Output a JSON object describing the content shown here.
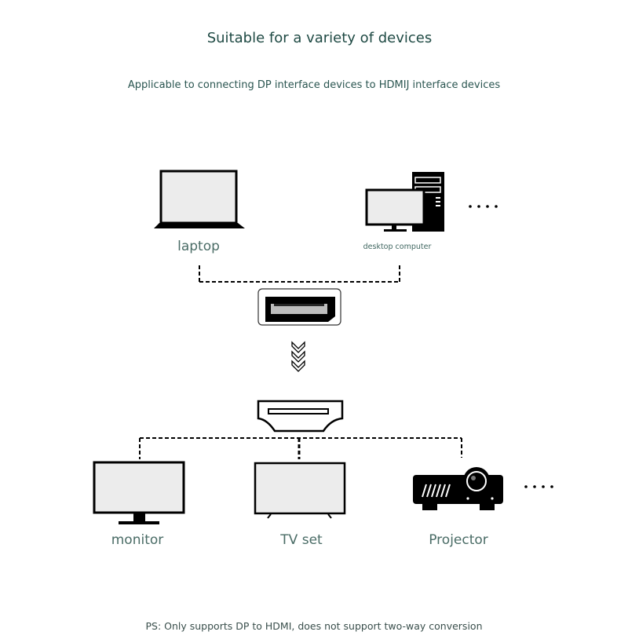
{
  "header": {
    "title": "Suitable for a variety of devices",
    "subtitle": "Applicable to connecting DP interface devices to HDMIJ interface devices"
  },
  "sources": [
    {
      "label": "laptop",
      "icon": "laptop-icon"
    },
    {
      "label": "desktop computer",
      "icon": "desktop-computer-icon"
    }
  ],
  "sources_more": "....",
  "connectors": {
    "input": {
      "icon": "displayport-connector-icon",
      "name": "DP"
    },
    "arrow": {
      "icon": "chevrons-down-icon"
    },
    "output": {
      "icon": "hdmi-connector-icon",
      "name": "HDMI"
    }
  },
  "targets": [
    {
      "label": "monitor",
      "icon": "monitor-icon"
    },
    {
      "label": "TV set",
      "icon": "tv-icon"
    },
    {
      "label": "Projector",
      "icon": "projector-icon"
    }
  ],
  "targets_more": "....",
  "footer": {
    "note": "PS: Only supports DP to HDMI, does not support two-way conversion"
  },
  "colors": {
    "text_primary": "#1f4a44",
    "label": "#4a6c66",
    "icon": "#000000",
    "screen_fill": "#ececec"
  }
}
